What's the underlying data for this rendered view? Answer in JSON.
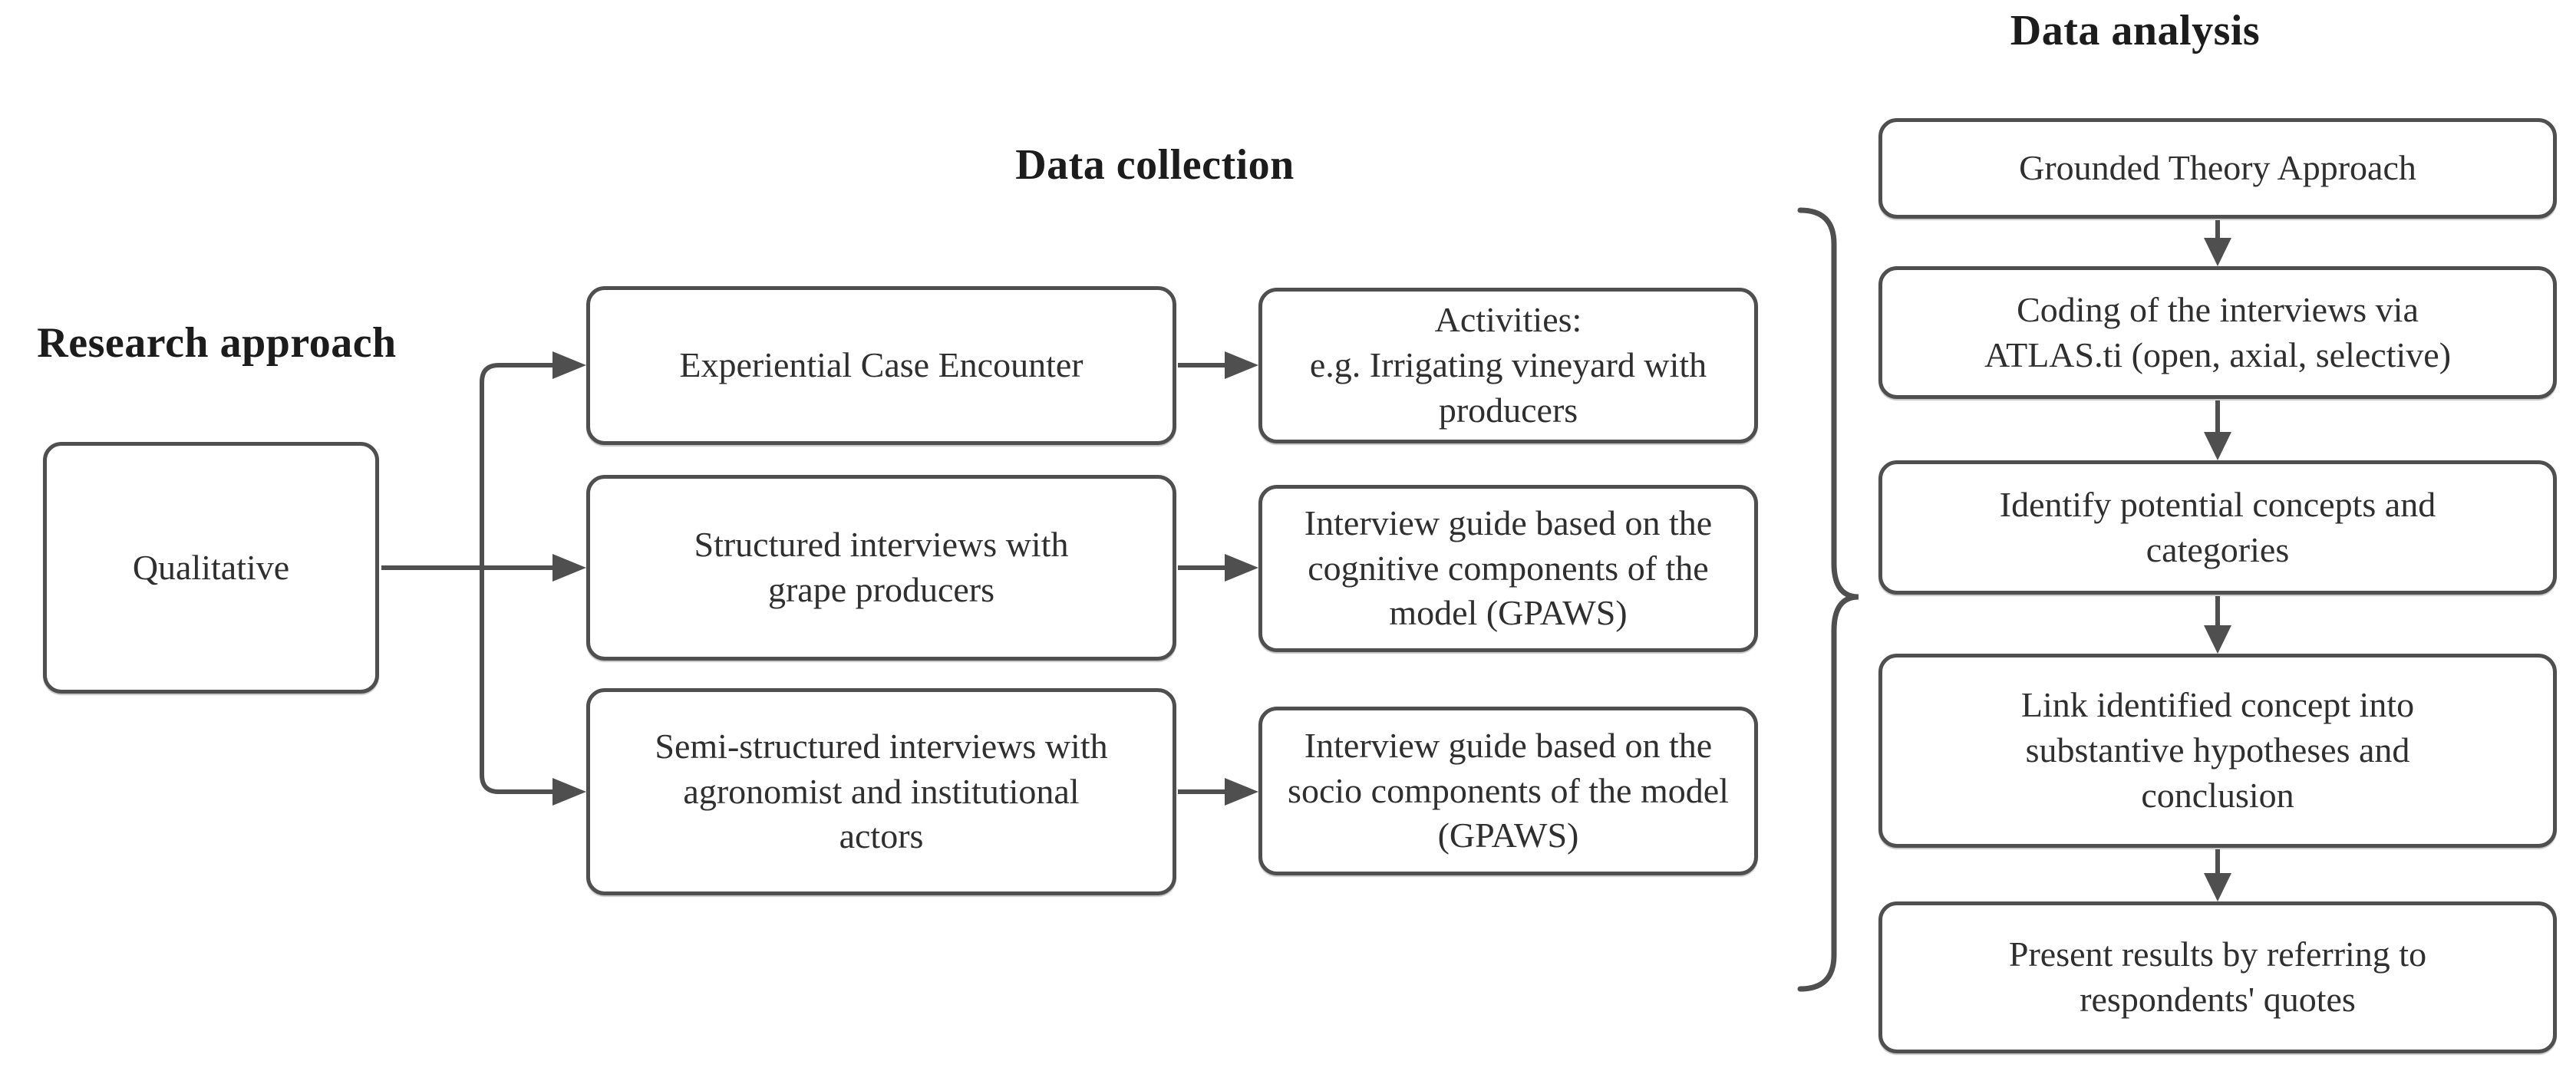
{
  "headings": {
    "research_approach": "Research approach",
    "data_collection": "Data collection",
    "data_analysis": "Data analysis"
  },
  "research_approach": {
    "type": "Qualitative"
  },
  "data_collection": {
    "methods": [
      {
        "label": "Experiential Case Encounter"
      },
      {
        "label": "Structured interviews with\ngrape producers"
      },
      {
        "label": "Semi-structured interviews with\nagronomist and institutional\nactors"
      }
    ],
    "instruments": [
      {
        "label": "Activities:\ne.g. Irrigating vineyard with\nproducers"
      },
      {
        "label": "Interview guide based on the\ncognitive components of the\nmodel (GPAWS)"
      },
      {
        "label": "Interview guide based on the\nsocio components of the model\n(GPAWS)"
      }
    ]
  },
  "data_analysis": {
    "steps": [
      {
        "label": "Grounded Theory Approach"
      },
      {
        "label": "Coding of the interviews via\nATLAS.ti (open, axial, selective)"
      },
      {
        "label": "Identify potential concepts and\ncategories"
      },
      {
        "label": "Link identified concept into\nsubstantive hypotheses and\nconclusion"
      },
      {
        "label": "Present results by referring to\nrespondents' quotes"
      }
    ]
  },
  "colors": {
    "line": "#4f4f4f",
    "box_border": "#4f4f4f",
    "text": "#2f2f2f",
    "heading_text": "#1c1c1c",
    "background": "#ffffff"
  }
}
